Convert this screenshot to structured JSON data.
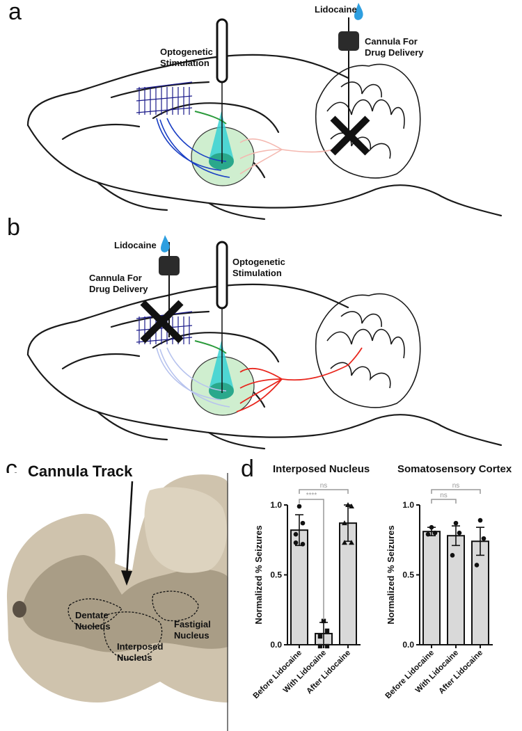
{
  "panels": {
    "a": {
      "letter": "a",
      "optogenetic_label": [
        "Optogenetic",
        "Stimulation"
      ],
      "drug_label": "Lidocaine",
      "cannula_label": [
        "Cannula For",
        "Drug Delivery"
      ],
      "colors": {
        "cortical_projection": "#1a3fc4",
        "cerebellar_projection": "#f4b8b0",
        "thalamus_fill": "#cfeecf",
        "light_cone": "#37d1d4"
      }
    },
    "b": {
      "letter": "b",
      "optogenetic_label": [
        "Optogenetic",
        "Stimulation"
      ],
      "drug_label": "Lidocaine",
      "cannula_label": [
        "Cannula For",
        "Drug Delivery"
      ],
      "colors": {
        "cortical_projection": "#b7c3ee",
        "cerebellar_projection": "#e8261d"
      }
    },
    "c": {
      "letter": "c",
      "title": "Cannula Track",
      "nuclei": [
        "Dentate",
        "Nucleus",
        "Interposed",
        "Nucleus",
        "Fastigial",
        "Nucleus"
      ]
    },
    "d": {
      "letter": "d"
    }
  },
  "chart_data": [
    {
      "type": "bar",
      "title": "Interposed Nucleus",
      "ylabel": "Normalized % Seizures",
      "ylim": [
        0,
        1.0
      ],
      "yticks": [
        "0.0",
        "0.5",
        "1.0"
      ],
      "categories": [
        "Before Lidocaine",
        "With Lidocaine",
        "After Lidocaine"
      ],
      "values": [
        0.82,
        0.08,
        0.87
      ],
      "errors": [
        0.11,
        0.08,
        0.13
      ],
      "markers": [
        "circle",
        "square",
        "triangle"
      ],
      "points": [
        [
          0.99,
          0.87,
          0.79,
          0.72,
          0.73
        ],
        [
          0.17,
          0.1,
          0.06,
          -0.01,
          -0.01
        ],
        [
          1.0,
          0.99,
          0.87,
          0.73,
          0.73
        ]
      ],
      "comparisons": [
        {
          "from": 0,
          "to": 1,
          "label": "****"
        },
        {
          "from": 0,
          "to": 2,
          "label": "ns"
        }
      ],
      "bar_color": "#d9d9d9",
      "bracket_color": "#999999"
    },
    {
      "type": "bar",
      "title": "Somatosensory Cortex",
      "ylabel": "Normalized % Seizures",
      "ylim": [
        0,
        1.0
      ],
      "yticks": [
        "0.0",
        "0.5",
        "1.0"
      ],
      "categories": [
        "Before Lidocaine",
        "With Lidocaine",
        "After Lidocaine"
      ],
      "values": [
        0.81,
        0.78,
        0.74
      ],
      "errors": [
        0.03,
        0.07,
        0.1
      ],
      "markers": [
        "circle",
        "circle",
        "circle"
      ],
      "points": [
        [
          0.84,
          0.8,
          0.79
        ],
        [
          0.87,
          0.8,
          0.64
        ],
        [
          0.89,
          0.76,
          0.57
        ]
      ],
      "comparisons": [
        {
          "from": 0,
          "to": 1,
          "label": "ns"
        },
        {
          "from": 0,
          "to": 2,
          "label": "ns"
        }
      ],
      "bar_color": "#d9d9d9",
      "bracket_color": "#999999"
    }
  ]
}
